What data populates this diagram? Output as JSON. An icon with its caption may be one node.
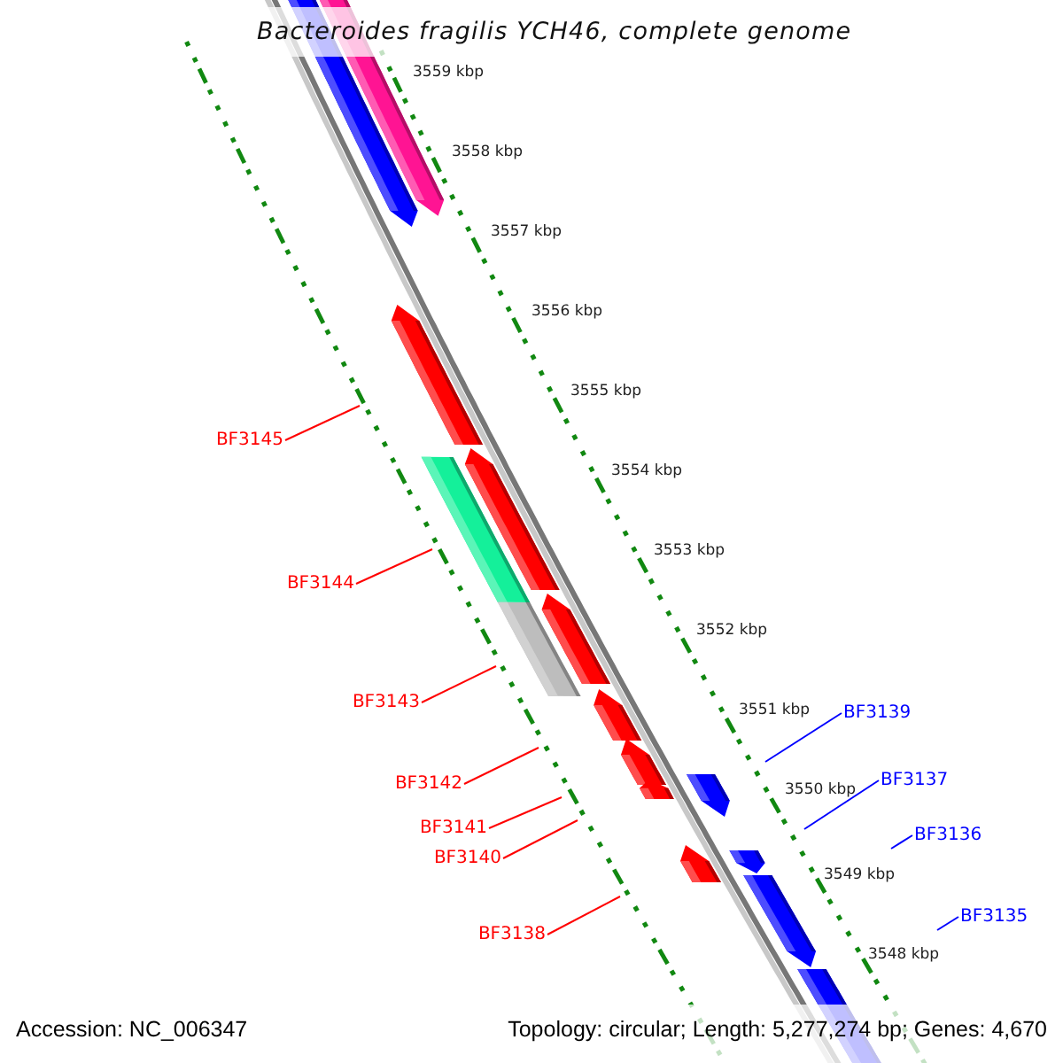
{
  "diagram": {
    "title": "Bacteroides fragilis YCH46, complete genome",
    "nodes": [
      {
        "text": [
          "BF3145"
        ]
      },
      {
        "text": [
          "BF3144"
        ]
      },
      {
        "text": [
          "BF3143"
        ]
      },
      {
        "text": [
          "BF3139"
        ]
      },
      {
        "text": [
          "BF3137"
        ]
      },
      {
        "text": [
          "BF3142"
        ]
      },
      {
        "text": [
          "BF3141"
        ]
      },
      {
        "text": [
          "BF3136"
        ]
      },
      {
        "text": [
          "BF3140"
        ]
      },
      {
        "text": [
          "BF3135"
        ]
      },
      {
        "text": [
          "BF3138"
        ]
      }
    ],
    "edges": [
      {
        "from": 0,
        "to": null,
        "arrow": "none"
      },
      {
        "from": 1,
        "to": null,
        "arrow": "none"
      },
      {
        "from": 2,
        "to": null,
        "arrow": "none"
      },
      {
        "from": 3,
        "to": null,
        "arrow": "none",
        "color": "#0000ff"
      },
      {
        "from": 4,
        "to": null,
        "arrow": "none",
        "color": "#0000ff"
      },
      {
        "from": 5,
        "to": null,
        "arrow": "none"
      },
      {
        "from": 6,
        "to": null,
        "arrow": "none"
      },
      {
        "from": 7,
        "to": null,
        "arrow": "none",
        "color": "#0000ff"
      },
      {
        "from": 8,
        "to": null,
        "arrow": "none"
      },
      {
        "from": 9,
        "to": null,
        "arrow": "none",
        "color": "#0000ff"
      },
      {
        "from": 10,
        "to": null,
        "arrow": "none"
      }
    ],
    "labels": [
      "3559 kbp",
      "3558 kbp",
      "3557 kbp",
      "3556 kbp",
      "3555 kbp",
      "3554 kbp",
      "3553 kbp",
      "3552 kbp",
      "3551 kbp",
      "3550 kbp",
      "3549 kbp",
      "3548 kbp",
      "Accession: NC_006347",
      "Topology: circular; Length: 5,277,274 bp; Genes: 4,670"
    ]
  }
}
